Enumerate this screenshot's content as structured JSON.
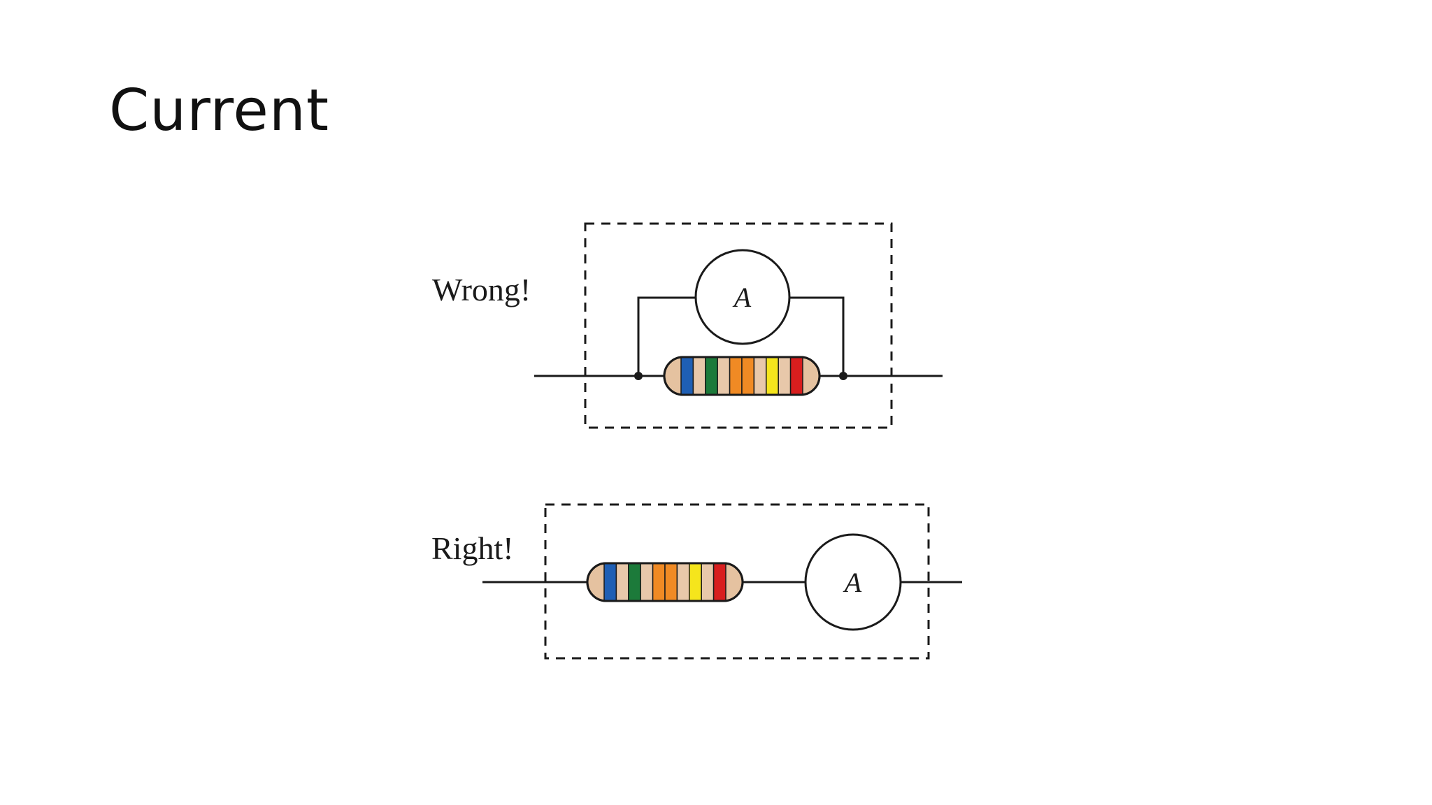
{
  "slide": {
    "title": "Current"
  },
  "diagrams": {
    "wrong": {
      "label": "Wrong!",
      "meter_letter": "A",
      "connection": "ammeter in parallel with resistor"
    },
    "right": {
      "label": "Right!",
      "meter_letter": "A",
      "connection": "ammeter in series with resistor"
    }
  },
  "resistor_bands": [
    "#1f5fb4",
    "#e8c8aa",
    "#1c7a3a",
    "#e8c8aa",
    "#f08a24",
    "#f08a24",
    "#e8c8aa",
    "#f5e51c",
    "#e8c8aa",
    "#d81e1e"
  ],
  "colors": {
    "resistor_body": "#e5c2a0",
    "line": "#1a1a1a",
    "background": "#ffffff"
  }
}
